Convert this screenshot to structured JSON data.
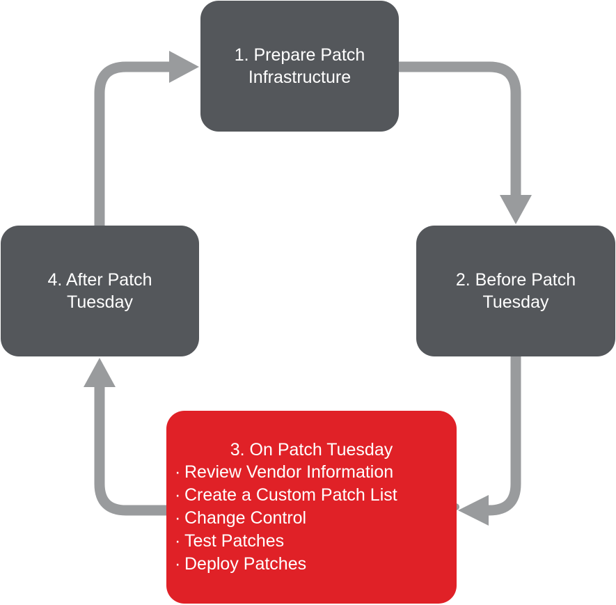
{
  "diagram": {
    "colors": {
      "dark_box": "#54575b",
      "highlight_box": "#e02127",
      "arrow": "#999b9d",
      "text": "#ffffff"
    },
    "steps": [
      {
        "line1": "1. Prepare Patch",
        "line2": "Infrastructure"
      },
      {
        "line1": "2. Before Patch",
        "line2": "Tuesday"
      },
      {
        "title": "3. On Patch Tuesday",
        "bullet": "·",
        "items": [
          "Review Vendor Information",
          "Create a Custom Patch List",
          "Change Control",
          "Test Patches",
          "Deploy Patches"
        ]
      },
      {
        "line1": "4. After Patch",
        "line2": "Tuesday"
      }
    ]
  }
}
